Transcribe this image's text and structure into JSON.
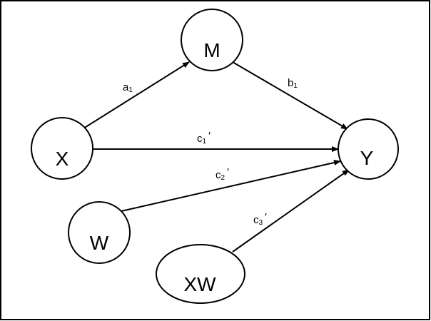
{
  "nodes": {
    "x": "X",
    "m": "M",
    "y": "Y",
    "w": "W",
    "xw": "XW"
  },
  "edges": {
    "a1": {
      "base": "a",
      "sub": "1",
      "prime": ""
    },
    "b1": {
      "base": "b",
      "sub": "1",
      "prime": ""
    },
    "c1": {
      "base": "c",
      "sub": "1",
      "prime": "′"
    },
    "c2": {
      "base": "c",
      "sub": "2",
      "prime": "′"
    },
    "c3": {
      "base": "c",
      "sub": "3",
      "prime": "′"
    }
  },
  "colors": {
    "stroke": "#000000",
    "background": "#ffffff"
  }
}
